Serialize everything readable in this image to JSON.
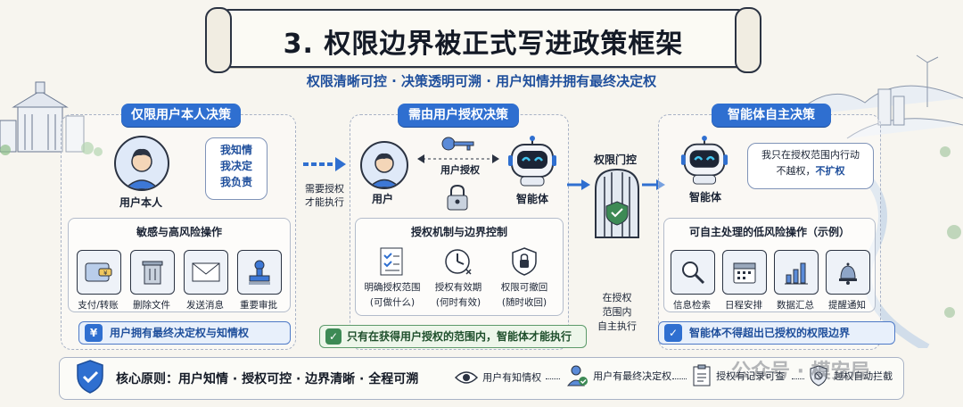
{
  "header": {
    "title": "3. 权限边界被正式写进政策框架",
    "subtitle": "权限清晰可控 · 决策透明可溯 · 用户知情并拥有最终决定权"
  },
  "left": {
    "badge": "仅限用户本人决策",
    "person_label": "用户本人",
    "speech": [
      "我知情",
      "我决定",
      "我负责"
    ],
    "ops_title": "敏感与高风险操作",
    "ops": [
      {
        "label": "支付/转账",
        "icon": "wallet-icon"
      },
      {
        "label": "删除文件",
        "icon": "trash-icon"
      },
      {
        "label": "发送消息",
        "icon": "envelope-icon"
      },
      {
        "label": "重要审批",
        "icon": "stamp-icon"
      }
    ],
    "footer": "用户拥有最终决定权与知情权"
  },
  "arrow_left": {
    "line1": "需要授权",
    "line2": "才能执行"
  },
  "middle": {
    "badge": "需由用户授权决策",
    "user_label": "用户",
    "agent_label": "智能体",
    "auth_label": "用户授权",
    "ops_title": "授权机制与边界控制",
    "controls": [
      {
        "label": "明确授权范围",
        "sub": "(可做什么)",
        "icon": "checklist-icon"
      },
      {
        "label": "授权有效期",
        "sub": "(何时有效)",
        "icon": "clock-icon"
      },
      {
        "label": "权限可撤回",
        "sub": "(随时收回)",
        "icon": "lock-icon"
      }
    ],
    "footer": "只有在获得用户授权的范围内，智能体才能执行"
  },
  "gate": {
    "title": "权限门控",
    "note": [
      "在授权",
      "范围内",
      "自主执行"
    ]
  },
  "right": {
    "badge": "智能体自主决策",
    "agent_label": "智能体",
    "speech_line1": "我只在授权范围内行动",
    "speech_line2a": "不越权，",
    "speech_line2b": "不扩权",
    "ops_title": "可自主处理的低风险操作（示例）",
    "ops": [
      {
        "label": "信息检索",
        "icon": "magnifier-icon"
      },
      {
        "label": "日程安排",
        "icon": "calendar-icon"
      },
      {
        "label": "数据汇总",
        "icon": "bar-chart-icon"
      },
      {
        "label": "提醒通知",
        "icon": "bell-icon"
      }
    ],
    "footer": "智能体不得超出已授权的权限边界"
  },
  "bottom": {
    "principle": "核心原则：用户知情 · 授权可控 · 边界清晰 · 全程可溯",
    "items": [
      {
        "label": "用户有知情权",
        "icon": "eye-icon"
      },
      {
        "label": "用户有最终决定权",
        "icon": "user-check-icon"
      },
      {
        "label": "授权有记录可查",
        "icon": "record-icon"
      },
      {
        "label": "越权自动拦截",
        "icon": "shield-block-icon"
      }
    ],
    "watermark": "公众号 · 模安局"
  },
  "colors": {
    "accent": "#2f6fd0",
    "ink": "#1f2a44",
    "green": "#3d8a55"
  }
}
